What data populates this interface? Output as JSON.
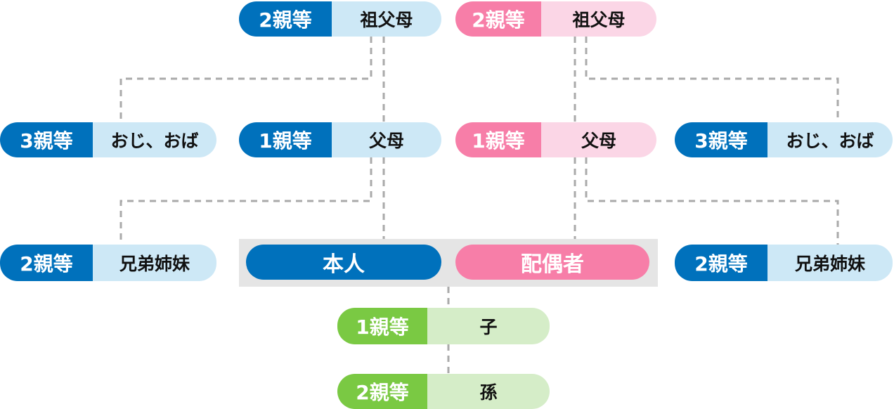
{
  "colors": {
    "self": "#0071bc",
    "spouse": "#f77ea8",
    "descendant": "#7ac943",
    "line": "#aaaaaa"
  },
  "self_side": {
    "grandparents": {
      "degree": "2親等",
      "relation": "祖父母"
    },
    "parents": {
      "degree": "1親等",
      "relation": "父母"
    },
    "uncles_aunts": {
      "degree": "3親等",
      "relation": "おじ、おば"
    },
    "siblings": {
      "degree": "2親等",
      "relation": "兄弟姉妹"
    }
  },
  "spouse_side": {
    "grandparents": {
      "degree": "2親等",
      "relation": "祖父母"
    },
    "parents": {
      "degree": "1親等",
      "relation": "父母"
    },
    "uncles_aunts": {
      "degree": "3親等",
      "relation": "おじ、おば"
    },
    "siblings": {
      "degree": "2親等",
      "relation": "兄弟姉妹"
    }
  },
  "center": {
    "self": "本人",
    "spouse": "配偶者"
  },
  "descendants": {
    "child": {
      "degree": "1親等",
      "relation": "子"
    },
    "grandchild": {
      "degree": "2親等",
      "relation": "孫"
    }
  }
}
